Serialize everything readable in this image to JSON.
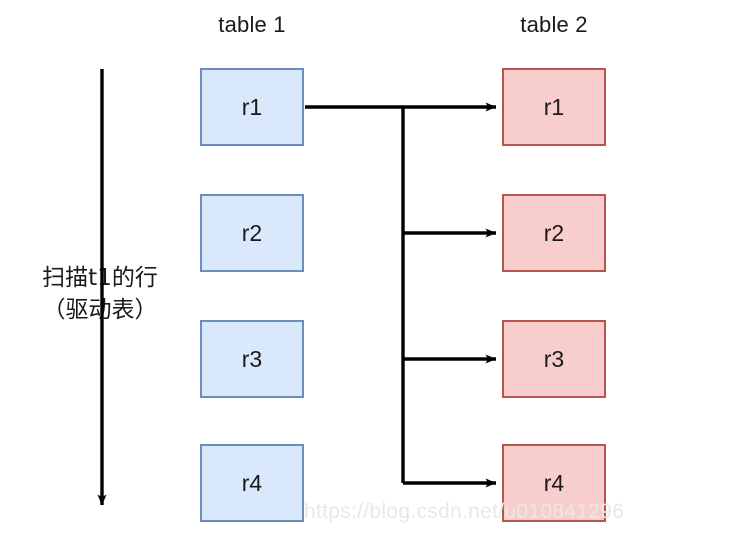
{
  "diagram": {
    "title_left": "table 1",
    "title_right": "table 2",
    "scan_label_line1": "扫描t1的行",
    "scan_label_line2": "（驱动表）",
    "watermark": "https://blog.csdn.net/u010841296",
    "colors": {
      "left_fill": "#dae8fc",
      "left_border": "#6c8ebf",
      "right_fill": "#f8cecc",
      "right_border": "#b85450",
      "line": "#000000",
      "text": "#1a1a1a",
      "watermark": "#e8e8e8"
    },
    "left_rows": [
      {
        "label": "r1"
      },
      {
        "label": "r2"
      },
      {
        "label": "r3"
      },
      {
        "label": "r4"
      }
    ],
    "right_rows": [
      {
        "label": "r1"
      },
      {
        "label": "r2"
      },
      {
        "label": "r3"
      },
      {
        "label": "r4"
      }
    ]
  }
}
